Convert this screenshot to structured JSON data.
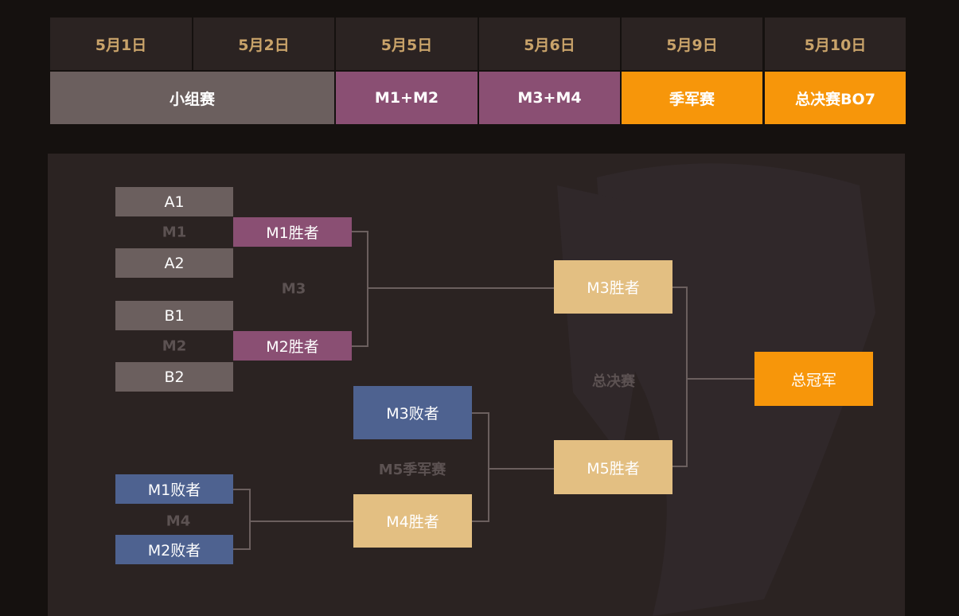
{
  "schedule": {
    "dates": [
      "5月1日",
      "5月2日",
      "5月5日",
      "5月6日",
      "5月9日",
      "5月10日"
    ],
    "stages": [
      "小组赛",
      "M1+M2",
      "M3+M4",
      "季军赛",
      "总决赛BO7"
    ]
  },
  "bracket": {
    "teams": {
      "a1": "A1",
      "a2": "A2",
      "b1": "B1",
      "b2": "B2"
    },
    "labels": {
      "m1": "M1",
      "m2": "M2",
      "m3": "M3",
      "m4": "M4",
      "m5": "M5季军赛",
      "final": "总决赛"
    },
    "boxes": {
      "m1_winner": "M1胜者",
      "m2_winner": "M2胜者",
      "m3_winner": "M3胜者",
      "m3_loser": "M3败者",
      "m4_winner": "M4胜者",
      "m5_winner": "M5胜者",
      "m1_loser": "M1败者",
      "m2_loser": "M2败者",
      "champion": "总冠军"
    }
  },
  "colors": {
    "group": "#6b5f5e",
    "semis": "#8a4f73",
    "finals": "#f7960a",
    "date_text": "#c9a36a",
    "loser": "#4e6290",
    "winner": "#e3bf82"
  }
}
